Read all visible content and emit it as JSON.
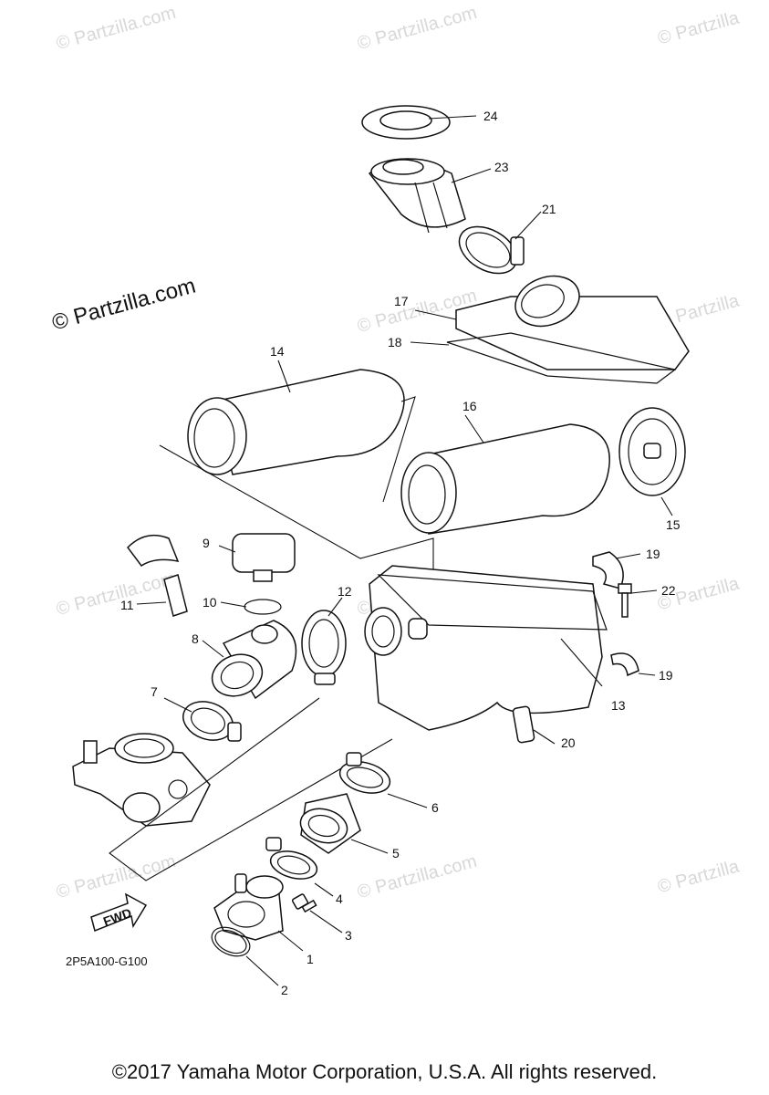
{
  "watermarks": [
    "© Partzilla.com",
    "© Partzilla.com",
    "© Partzilla",
    "© Partzilla.com",
    "© Partzilla",
    "© Partzilla.com",
    "© Partzilla.com",
    "© Partzilla",
    "© Partzilla.com",
    "© Partzilla.com",
    "© Partzilla"
  ],
  "brand_watermark": "© Partzilla.com",
  "part_labels": {
    "p1": "1",
    "p2": "2",
    "p3": "3",
    "p4": "4",
    "p5": "5",
    "p6": "6",
    "p7": "7",
    "p8": "8",
    "p9": "9",
    "p10": "10",
    "p11": "11",
    "p12": "12",
    "p13": "13",
    "p14": "14",
    "p15": "15",
    "p16": "16",
    "p17": "17",
    "p18": "18",
    "p19a": "19",
    "p19b": "19",
    "p20": "20",
    "p21": "21",
    "p22": "22",
    "p23": "23",
    "p24": "24"
  },
  "fwd_label": "FWD",
  "diagram_code": "2P5A100-G100",
  "copyright": "©2017 Yamaha Motor Corporation, U.S.A. All rights reserved."
}
